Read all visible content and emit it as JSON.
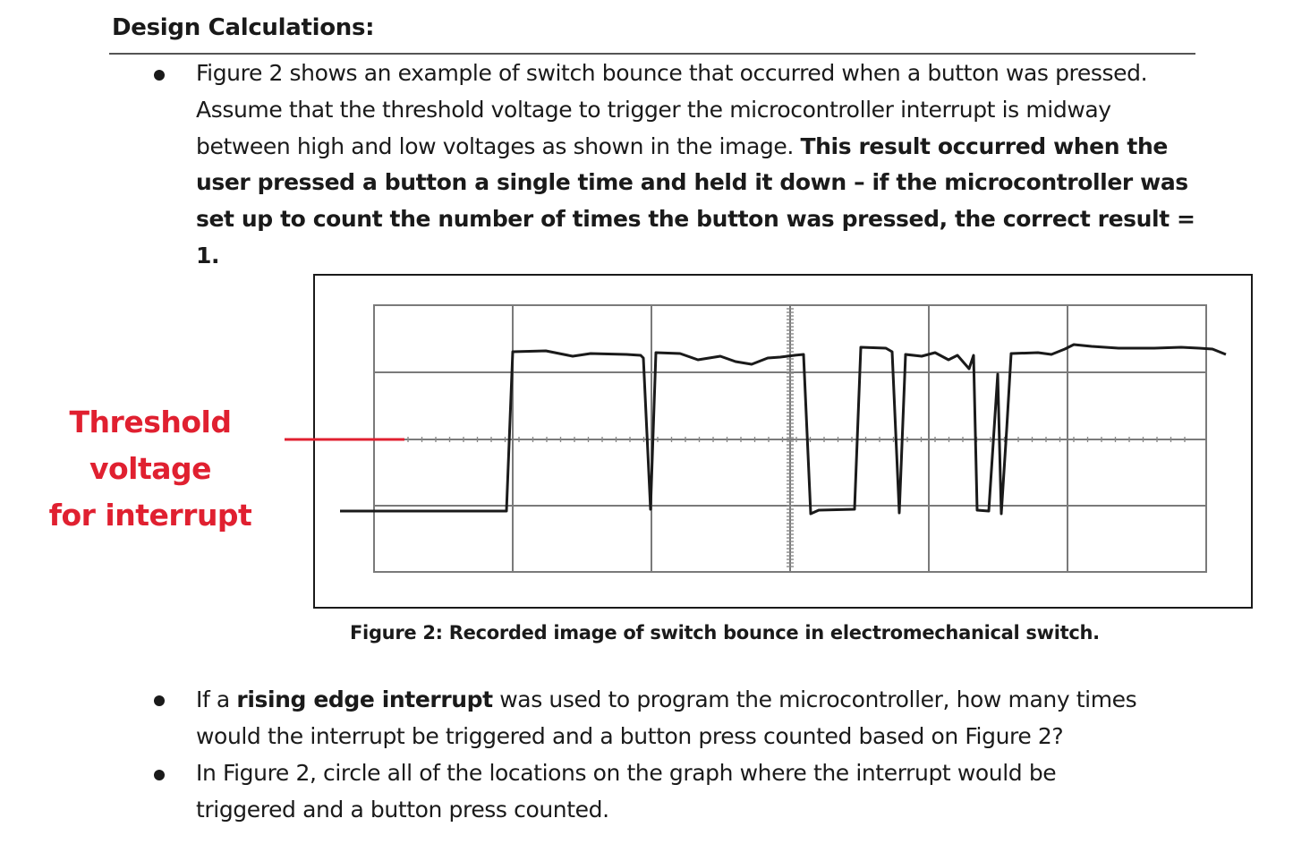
{
  "heading": "Design Calculations:",
  "bullet1": {
    "part1": "Figure 2 shows an example of switch bounce that occurred when a button was pressed. Assume that the threshold voltage to trigger the microcontroller interrupt is midway between high and low voltages as shown in the image. ",
    "bold": "This result occurred when the user pressed a button a single time and held it down – if the microcontroller was set up to count the number of times the button was pressed, the correct result = 1."
  },
  "figure": {
    "caption": "Figure 2: Recorded image of switch bounce in electromechanical switch.",
    "annotation_line1": "Threshold voltage",
    "annotation_line2": "for interrupt",
    "annotation_color": "#e02030"
  },
  "bullet2": {
    "pre": "If a ",
    "bold": "rising edge interrupt",
    "post": " was used to program the microcontroller, how many times would the interrupt be triggered and a button press counted based on Figure 2?"
  },
  "bullet3": {
    "text": "In Figure 2, circle all of the locations on the graph where the interrupt would be triggered and a button press counted."
  }
}
